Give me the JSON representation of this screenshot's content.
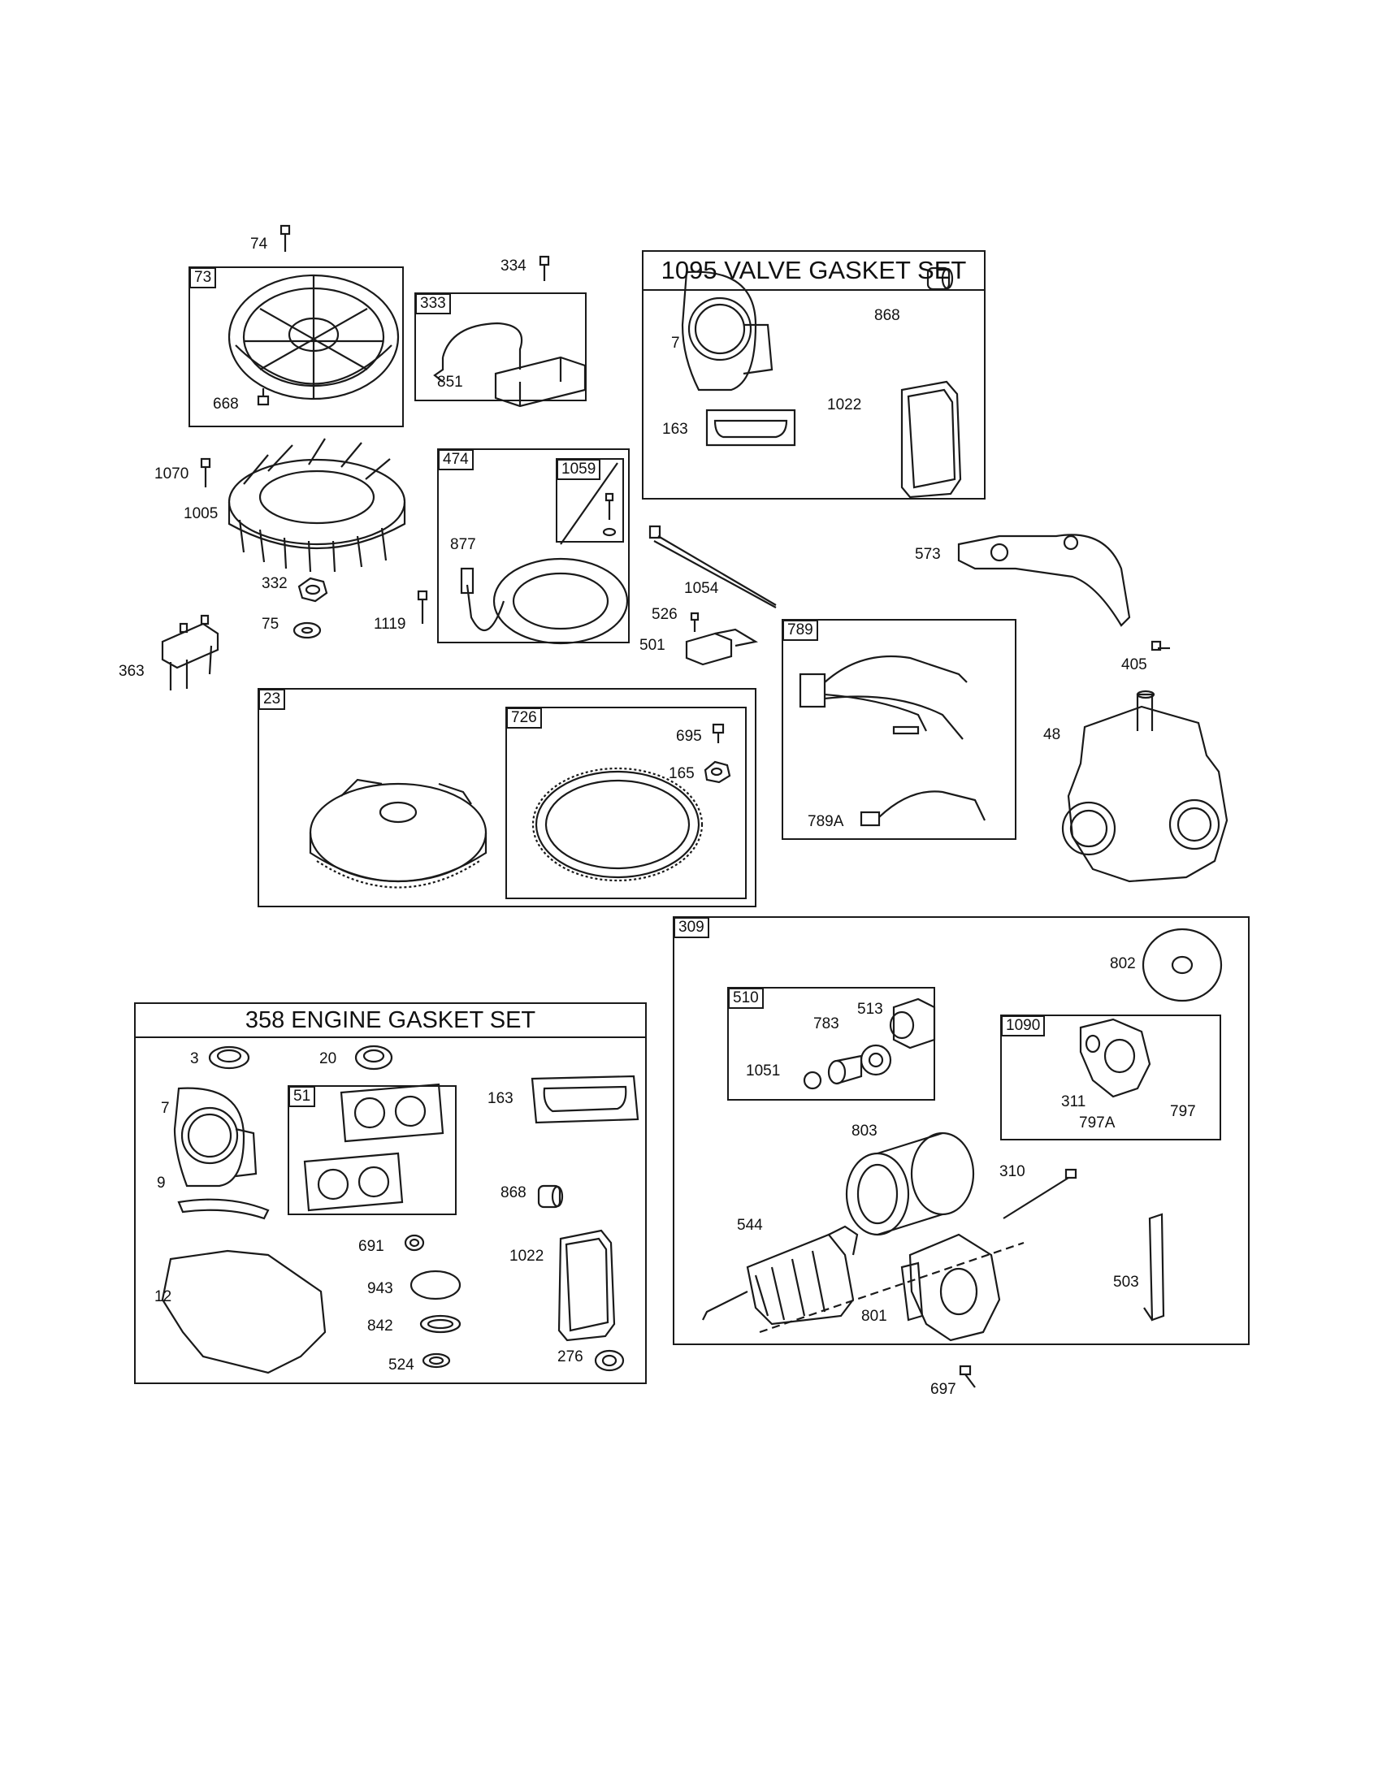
{
  "boxes": {
    "b73": "73",
    "b333": "333",
    "b1095_title": "1095 VALVE GASKET SET",
    "b474": "474",
    "b1059": "1059",
    "b789": "789",
    "b23": "23",
    "b726": "726",
    "b309": "309",
    "b358_title": "358 ENGINE GASKET SET",
    "b51": "51",
    "b510": "510",
    "b1090": "1090"
  },
  "labels": {
    "l74": "74",
    "l334": "334",
    "l668": "668",
    "l851": "851",
    "l7a": "7",
    "l868a": "868",
    "l163a": "163",
    "l1022a": "1022",
    "l1070": "1070",
    "l1005": "1005",
    "l877": "877",
    "l332": "332",
    "l75": "75",
    "l1119": "1119",
    "l363": "363",
    "l1054": "1054",
    "l526": "526",
    "l501": "501",
    "l573": "573",
    "l405": "405",
    "l695": "695",
    "l165": "165",
    "l48": "48",
    "l789A": "789A",
    "l802": "802",
    "l513": "513",
    "l783": "783",
    "l1051": "1051",
    "l311": "311",
    "l797": "797",
    "l797A": "797A",
    "l803": "803",
    "l310": "310",
    "l544": "544",
    "l801": "801",
    "l503": "503",
    "l697": "697",
    "l3": "3",
    "l20": "20",
    "l7b": "7",
    "l163b": "163",
    "l9": "9",
    "l868b": "868",
    "l691": "691",
    "l1022b": "1022",
    "l12": "12",
    "l943": "943",
    "l842": "842",
    "l524": "524",
    "l276": "276"
  }
}
